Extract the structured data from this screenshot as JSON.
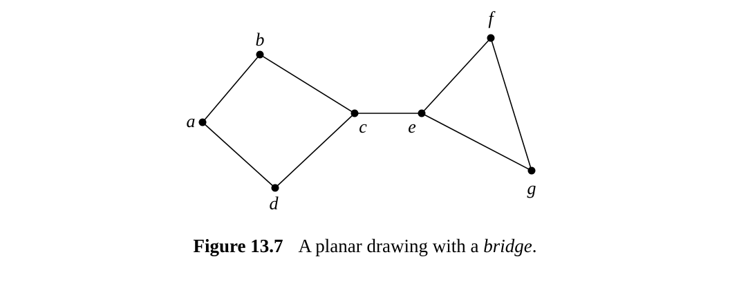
{
  "graph": {
    "vertices": [
      {
        "id": "a",
        "label": "a"
      },
      {
        "id": "b",
        "label": "b"
      },
      {
        "id": "c",
        "label": "c"
      },
      {
        "id": "d",
        "label": "d"
      },
      {
        "id": "e",
        "label": "e"
      },
      {
        "id": "f",
        "label": "f"
      },
      {
        "id": "g",
        "label": "g"
      }
    ],
    "edges": [
      [
        "a",
        "b"
      ],
      [
        "b",
        "c"
      ],
      [
        "a",
        "d"
      ],
      [
        "d",
        "c"
      ],
      [
        "c",
        "e"
      ],
      [
        "e",
        "f"
      ],
      [
        "f",
        "g"
      ],
      [
        "e",
        "g"
      ]
    ]
  },
  "caption": {
    "number": "Figure 13.7",
    "text_before": "A planar drawing with a ",
    "emphasis": "bridge",
    "text_after": "."
  }
}
